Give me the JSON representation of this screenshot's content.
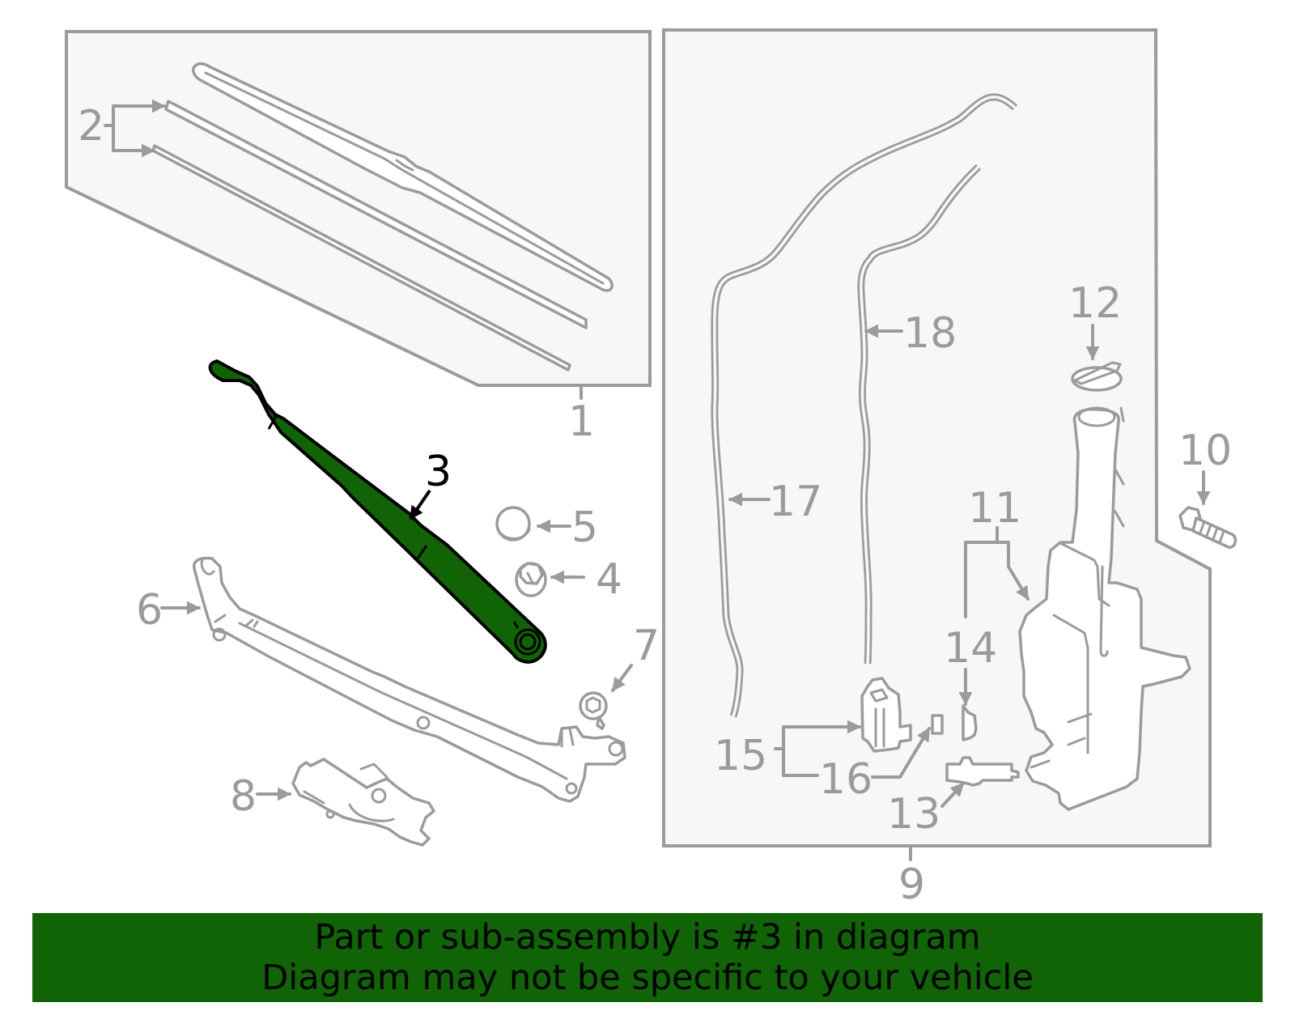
{
  "diagram": {
    "highlighted_part": "3",
    "highlight_color": "#116405",
    "line_color": "#9b9b9b",
    "panel_fill": "#f7f7f7",
    "callouts": {
      "p1": "1",
      "p2": "2",
      "p3": "3",
      "p4": "4",
      "p5": "5",
      "p6": "6",
      "p7": "7",
      "p8": "8",
      "p9": "9",
      "p10": "10",
      "p11": "11",
      "p12": "12",
      "p13": "13",
      "p14": "14",
      "p15": "15",
      "p16": "16",
      "p17": "17",
      "p18": "18"
    },
    "parts": [
      {
        "callout": "1",
        "name": "wiper-blade-assembly-group"
      },
      {
        "callout": "2",
        "name": "wiper-blade-refills"
      },
      {
        "callout": "3",
        "name": "wiper-arm",
        "highlighted": true
      },
      {
        "callout": "4",
        "name": "arm-nut"
      },
      {
        "callout": "5",
        "name": "arm-cap"
      },
      {
        "callout": "6",
        "name": "wiper-linkage"
      },
      {
        "callout": "7",
        "name": "linkage-bolt"
      },
      {
        "callout": "8",
        "name": "wiper-motor"
      },
      {
        "callout": "9",
        "name": "washer-assembly-group"
      },
      {
        "callout": "10",
        "name": "reservoir-bolt"
      },
      {
        "callout": "11",
        "name": "washer-reservoir"
      },
      {
        "callout": "12",
        "name": "reservoir-cap"
      },
      {
        "callout": "13",
        "name": "level-sensor"
      },
      {
        "callout": "14",
        "name": "sensor-grommet"
      },
      {
        "callout": "15",
        "name": "washer-pump"
      },
      {
        "callout": "16",
        "name": "pump-grommet"
      },
      {
        "callout": "17",
        "name": "washer-hose"
      },
      {
        "callout": "18",
        "name": "washer-hose"
      }
    ]
  },
  "banner": {
    "line1": "Part or sub-assembly is #3 in diagram",
    "line2": "Diagram may not be specific to your vehicle",
    "background_color": "#116405",
    "text_color": "#000000"
  }
}
